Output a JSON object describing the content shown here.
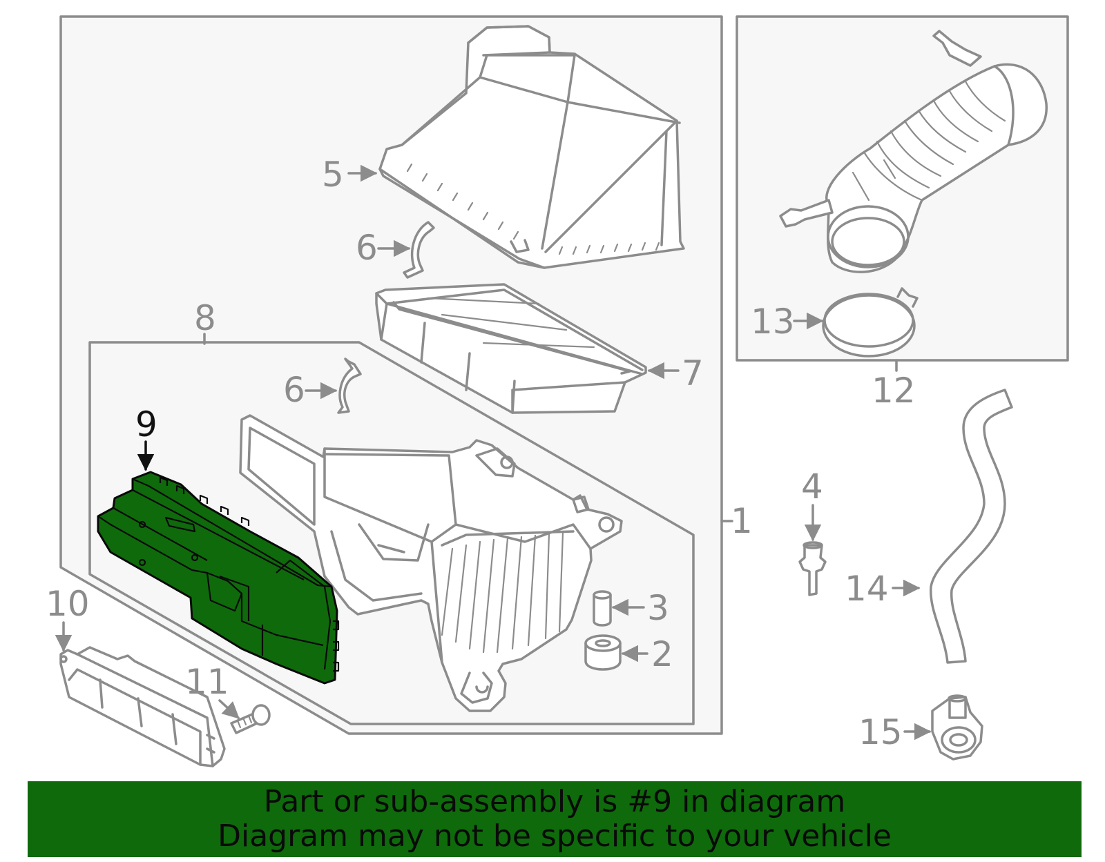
{
  "callouts": {
    "c1": "1",
    "c2": "2",
    "c3": "3",
    "c4": "4",
    "c5": "5",
    "c6a": "6",
    "c6b": "6",
    "c7": "7",
    "c8": "8",
    "c9": "9",
    "c10": "10",
    "c11": "11",
    "c12": "12",
    "c13": "13",
    "c14": "14",
    "c15": "15"
  },
  "highlighted_part": "9",
  "colors": {
    "highlight": "#0f6a0c",
    "line": "#8c8c8c",
    "banner": "#0f6a0c"
  },
  "banner": {
    "line1": "Part or sub-assembly is #9 in diagram",
    "line2": "Diagram may not be specific to your vehicle"
  }
}
